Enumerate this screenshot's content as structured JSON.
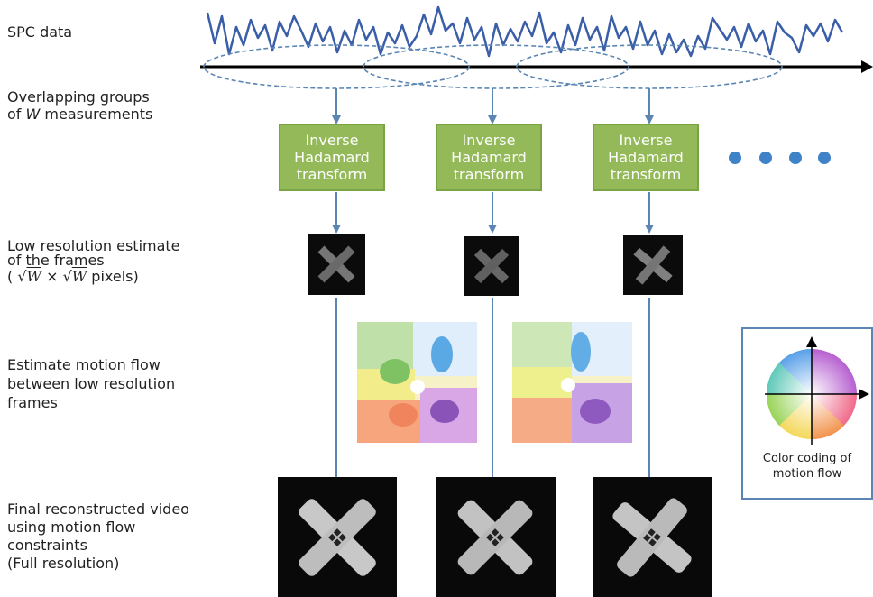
{
  "labels": {
    "spc_data": "SPC data",
    "groups_line1": "Overlapping groups",
    "groups_line2_prefix": "of ",
    "groups_line2_var": "W",
    "groups_line2_suffix": " measurements",
    "lowres_line1": "Low resolution estimate",
    "lowres_line2": "of the frames",
    "lowres_line3_open": "( ",
    "lowres_sqrt_a": "W",
    "lowres_times": " × ",
    "lowres_sqrt_b": "W",
    "lowres_line3_close": "  pixels)",
    "motion_line1": "Estimate motion flow",
    "motion_line2": "between low resolution",
    "motion_line3": "frames",
    "final_line1": "Final reconstructed video",
    "final_line2": "using motion flow",
    "final_line3": "constraints",
    "final_line4": "(Full resolution)"
  },
  "transform_boxes": [
    {
      "line1": "Inverse",
      "line2": "Hadamard",
      "line3": "transform"
    },
    {
      "line1": "Inverse",
      "line2": "Hadamard",
      "line3": "transform"
    },
    {
      "line1": "Inverse",
      "line2": "Hadamard",
      "line3": "transform"
    }
  ],
  "legend": {
    "caption_line1": "Color coding of",
    "caption_line2": "motion flow"
  },
  "colors": {
    "signal": "#3a5ea8",
    "arrow": "#5b86b4",
    "box_fill": "#93b958",
    "box_border": "#7aa444",
    "dots": "#3f82c8"
  }
}
